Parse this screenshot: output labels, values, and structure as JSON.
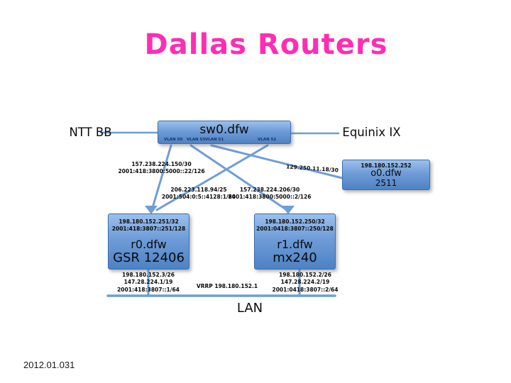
{
  "title": "Dallas Routers",
  "footer": "2012.01.031",
  "colors": {
    "title_pink": "#ff2db4",
    "node_gradient_top": "#9cc0ea",
    "node_gradient_bottom": "#4e82c4",
    "node_border": "#3a6db3",
    "connector_blue": "#6f9dd6",
    "vlan_text": "#15356b"
  },
  "external": {
    "left": "NTT BB",
    "right": "Equinix IX"
  },
  "switch": {
    "name": "sw0.dfw",
    "vlans": [
      "VLAN 50",
      "VLAN 53",
      "VLAN 51",
      "VLAN 52"
    ]
  },
  "oob_router": {
    "ip": "198.180.152.252",
    "name": "o0.dfw",
    "model": "2511"
  },
  "router0": {
    "loopback_v4": "198.180.152.251/32",
    "loopback_v6": "2001:418:3807::251/128",
    "name": "r0.dfw",
    "model": "GSR 12406"
  },
  "router1": {
    "loopback_v4": "198.180.152.250/32",
    "loopback_v6": "2001:0418:3807::250/128",
    "name": "r1.dfw",
    "model": "mx240"
  },
  "links": {
    "ntt_to_r0": [
      "157.238.224.150/30",
      "2001:418:3800:5000::22/126"
    ],
    "equinix_peering": [
      "206.223.118.94/25",
      "2001:504:0:5::4128:1/64"
    ],
    "ntt_to_r1": [
      "157.238.224.206/30",
      "2001:418:3800:5000::2/126"
    ],
    "oob_uplink": "129.250.11.18/30"
  },
  "lan": {
    "label": "LAN",
    "vrrp": "VRRP 198.180.152.1",
    "r0_interfaces": [
      "198.180.152.3/26",
      "147.28.224.1/19",
      "2001:418:3807::1/64"
    ],
    "r1_interfaces": [
      "198.180.152.2/26",
      "147.28.224.2/19",
      "2001:0418:3807::2/64"
    ]
  }
}
